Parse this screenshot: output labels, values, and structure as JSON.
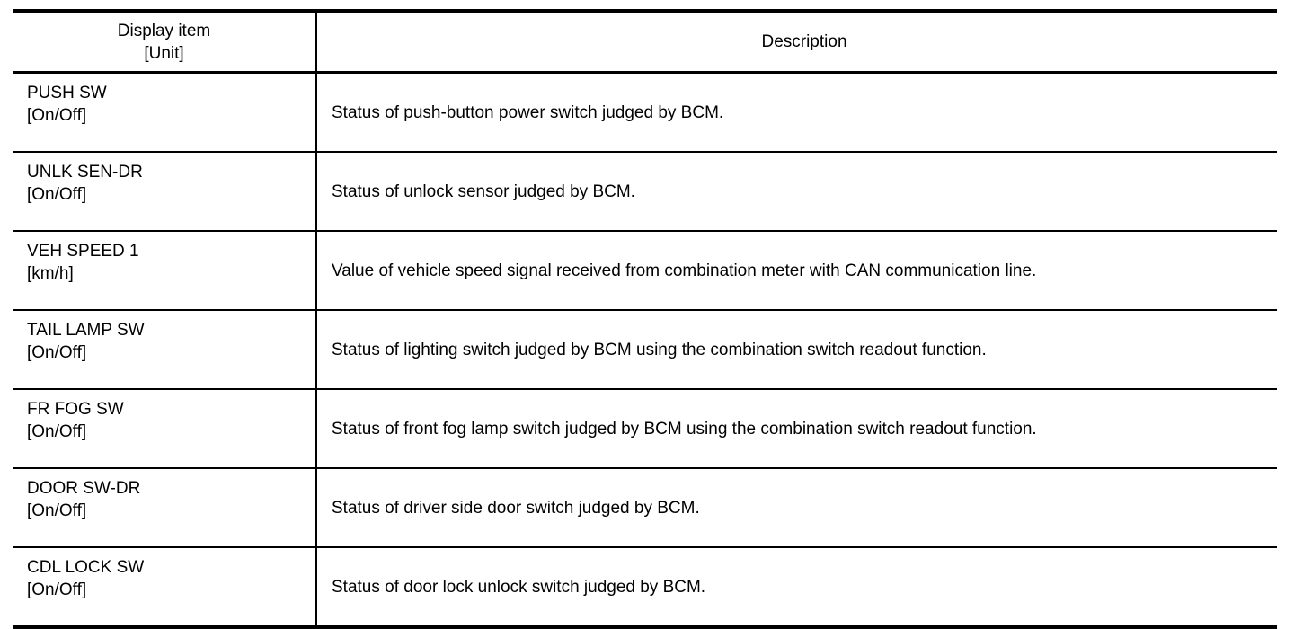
{
  "table": {
    "headers": {
      "item_line1": "Display item",
      "item_line2": "[Unit]",
      "description": "Description"
    },
    "rows": [
      {
        "item": "PUSH SW",
        "unit": "[On/Off]",
        "description": "Status of push-button power switch judged by BCM."
      },
      {
        "item": "UNLK SEN-DR",
        "unit": "[On/Off]",
        "description": "Status of unlock sensor judged by BCM."
      },
      {
        "item": "VEH SPEED 1",
        "unit": "[km/h]",
        "description": "Value of vehicle speed signal received from combination meter with CAN communication line."
      },
      {
        "item": "TAIL LAMP SW",
        "unit": "[On/Off]",
        "description": "Status of lighting switch judged by BCM using the combination switch readout function."
      },
      {
        "item": "FR FOG SW",
        "unit": "[On/Off]",
        "description": "Status of front fog lamp switch judged by BCM using the combination switch readout function."
      },
      {
        "item": "DOOR SW-DR",
        "unit": "[On/Off]",
        "description": "Status of driver side door switch judged by BCM."
      },
      {
        "item": "CDL LOCK SW",
        "unit": "[On/Off]",
        "description": "Status of door lock unlock switch judged by BCM."
      }
    ]
  },
  "colors": {
    "text": "#000000",
    "rule": "#000000",
    "background": "#ffffff"
  }
}
